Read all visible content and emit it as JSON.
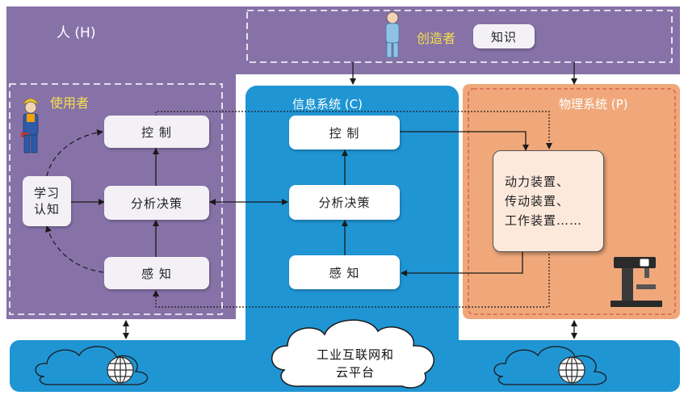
{
  "human": {
    "title": "人 (H)",
    "creator_label": "创造者",
    "knowledge_label": "知识",
    "user_label": "使用者",
    "learn_label_line1": "学习",
    "learn_label_line2": "认知",
    "control_label": "控 制",
    "analysis_label": "分析决策",
    "sense_label": "感 知"
  },
  "cyber": {
    "title": "信息系统 (C)",
    "control_label": "控 制",
    "analysis_label": "分析决策",
    "sense_label": "感 知"
  },
  "physical": {
    "title": "物理系统 (P)",
    "devices_line1": "动力装置、",
    "devices_line2": "传动装置、",
    "devices_line3": "工作装置……"
  },
  "network": {
    "label_line1": "工业互联网和",
    "label_line2": "云平台"
  },
  "colors": {
    "human_bg": "#8772a8",
    "cyber_bg": "#1f95d4",
    "physical_bg": "#f0a87a",
    "accent_yellow": "#f6e04a"
  }
}
